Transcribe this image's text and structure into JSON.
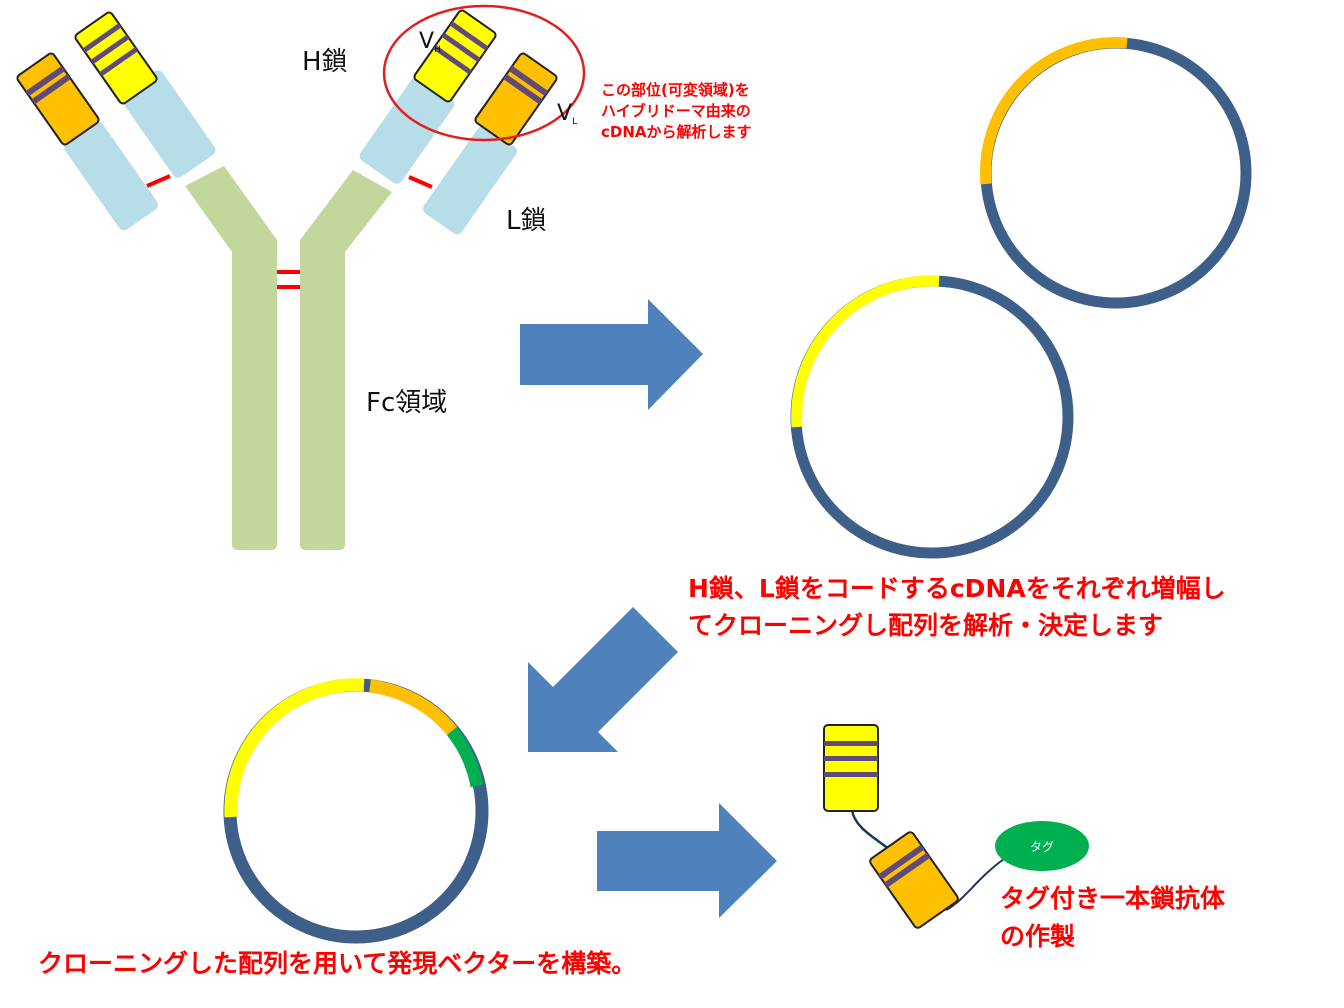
{
  "labels": {
    "heavy_chain": "H鎖",
    "light_chain": "L鎖",
    "fc_region": "Fc領域",
    "vh_main": "V",
    "vh_sub": "H",
    "vl_main": "V",
    "vl_sub": "L",
    "tag": "タグ"
  },
  "annotations": {
    "variable_region": [
      "この部位(可変領域)を",
      "ハイブリドーマ由来の",
      "cDNAから解析します"
    ],
    "amplify": [
      "H鎖、L鎖をコードするcDNAをそれぞれ増幅し",
      "てクローニングし配列を解析・決定します"
    ],
    "vector": "クローニングした配列を用いて発現ベクターを構築。",
    "scfv": [
      "タグ付き一本鎖抗体",
      "の作製"
    ]
  },
  "colors": {
    "constant_light": "#b7dde8",
    "variable_heavy": "#ffff00",
    "variable_light": "#ffc000",
    "fc": "#c3d69b",
    "disulfide": "#ff0000",
    "plasmid": "#3d5f8a",
    "arrow": "#4f81bd",
    "tag": "#00b050",
    "linker": "#17375e"
  }
}
